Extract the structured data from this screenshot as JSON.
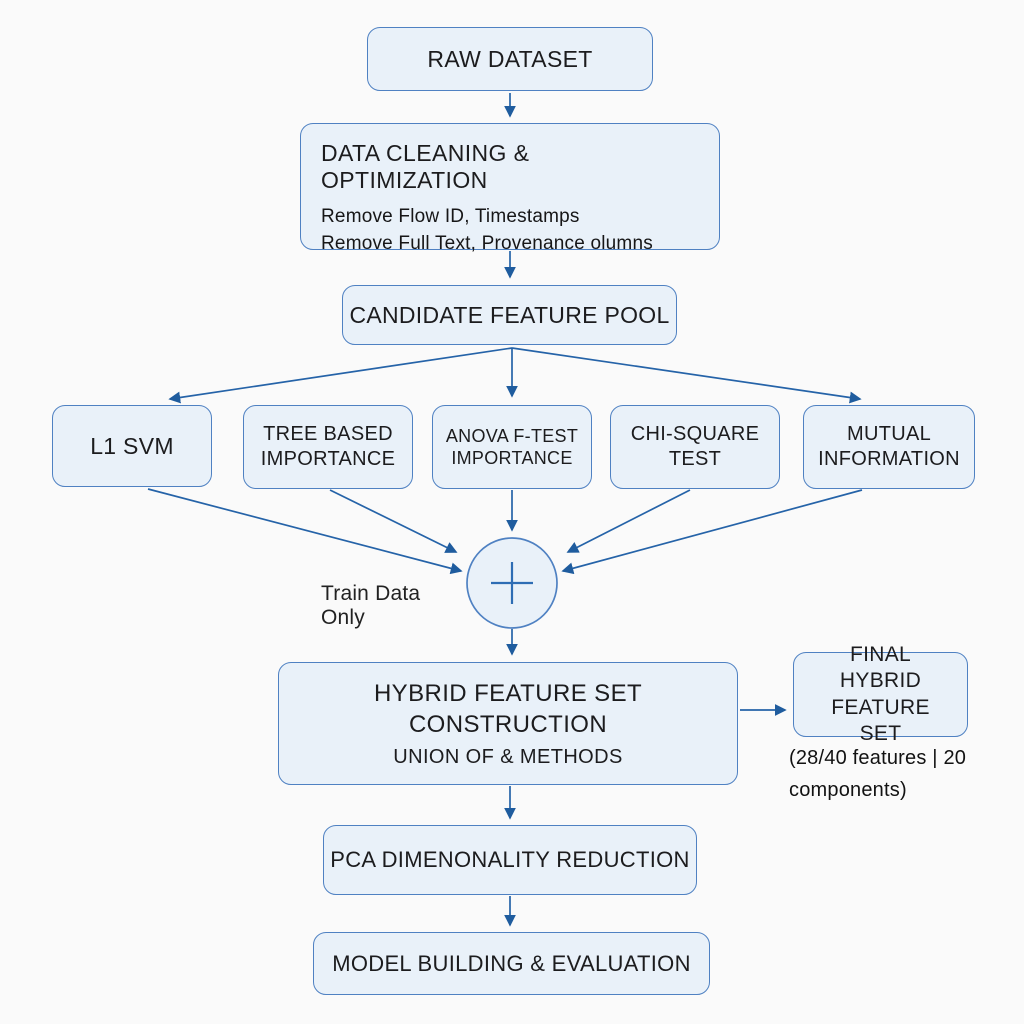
{
  "colors": {
    "box_fill": "#e9f1f9",
    "box_border": "#4f81c2",
    "arrow": "#1f5c9e",
    "text": "#1c1c1e",
    "bg": "#fafafa"
  },
  "nodes": {
    "raw_dataset": {
      "label": "RAW DATASET"
    },
    "data_cleaning": {
      "title": "DATA CLEANING & OPTIMIZATION",
      "line1": "Remove Flow ID, Timestamps",
      "line2": "Remove Full Text, Provenance olumns"
    },
    "candidate_pool": {
      "label": "CANDIDATE FEATURE POOL"
    },
    "l1_svm": {
      "label": "L1 SVM"
    },
    "tree_based": {
      "label": "TREE BASED IMPORTANCE"
    },
    "anova": {
      "label": "ANOVA F-TEST IMPORTANCE"
    },
    "chi_square": {
      "label": "CHI-SQUARE TEST"
    },
    "mutual_info": {
      "label": "MUTUAL INFORMATION"
    },
    "merge": {
      "symbol": "+",
      "annotation": "Train Data Only"
    },
    "hybrid_construction": {
      "title": "HYBRID FEATURE SET CONSTRUCTION",
      "subtitle": "UNION OF & METHODS"
    },
    "final_hybrid": {
      "label": "FINAL HYBRID FEATURE SET",
      "caption": "(28/40 features | 20 components)"
    },
    "pca": {
      "label": "PCA DIMENONALITY REDUCTION"
    },
    "model": {
      "label": "MODEL BUILDING & EVALUATION"
    }
  }
}
